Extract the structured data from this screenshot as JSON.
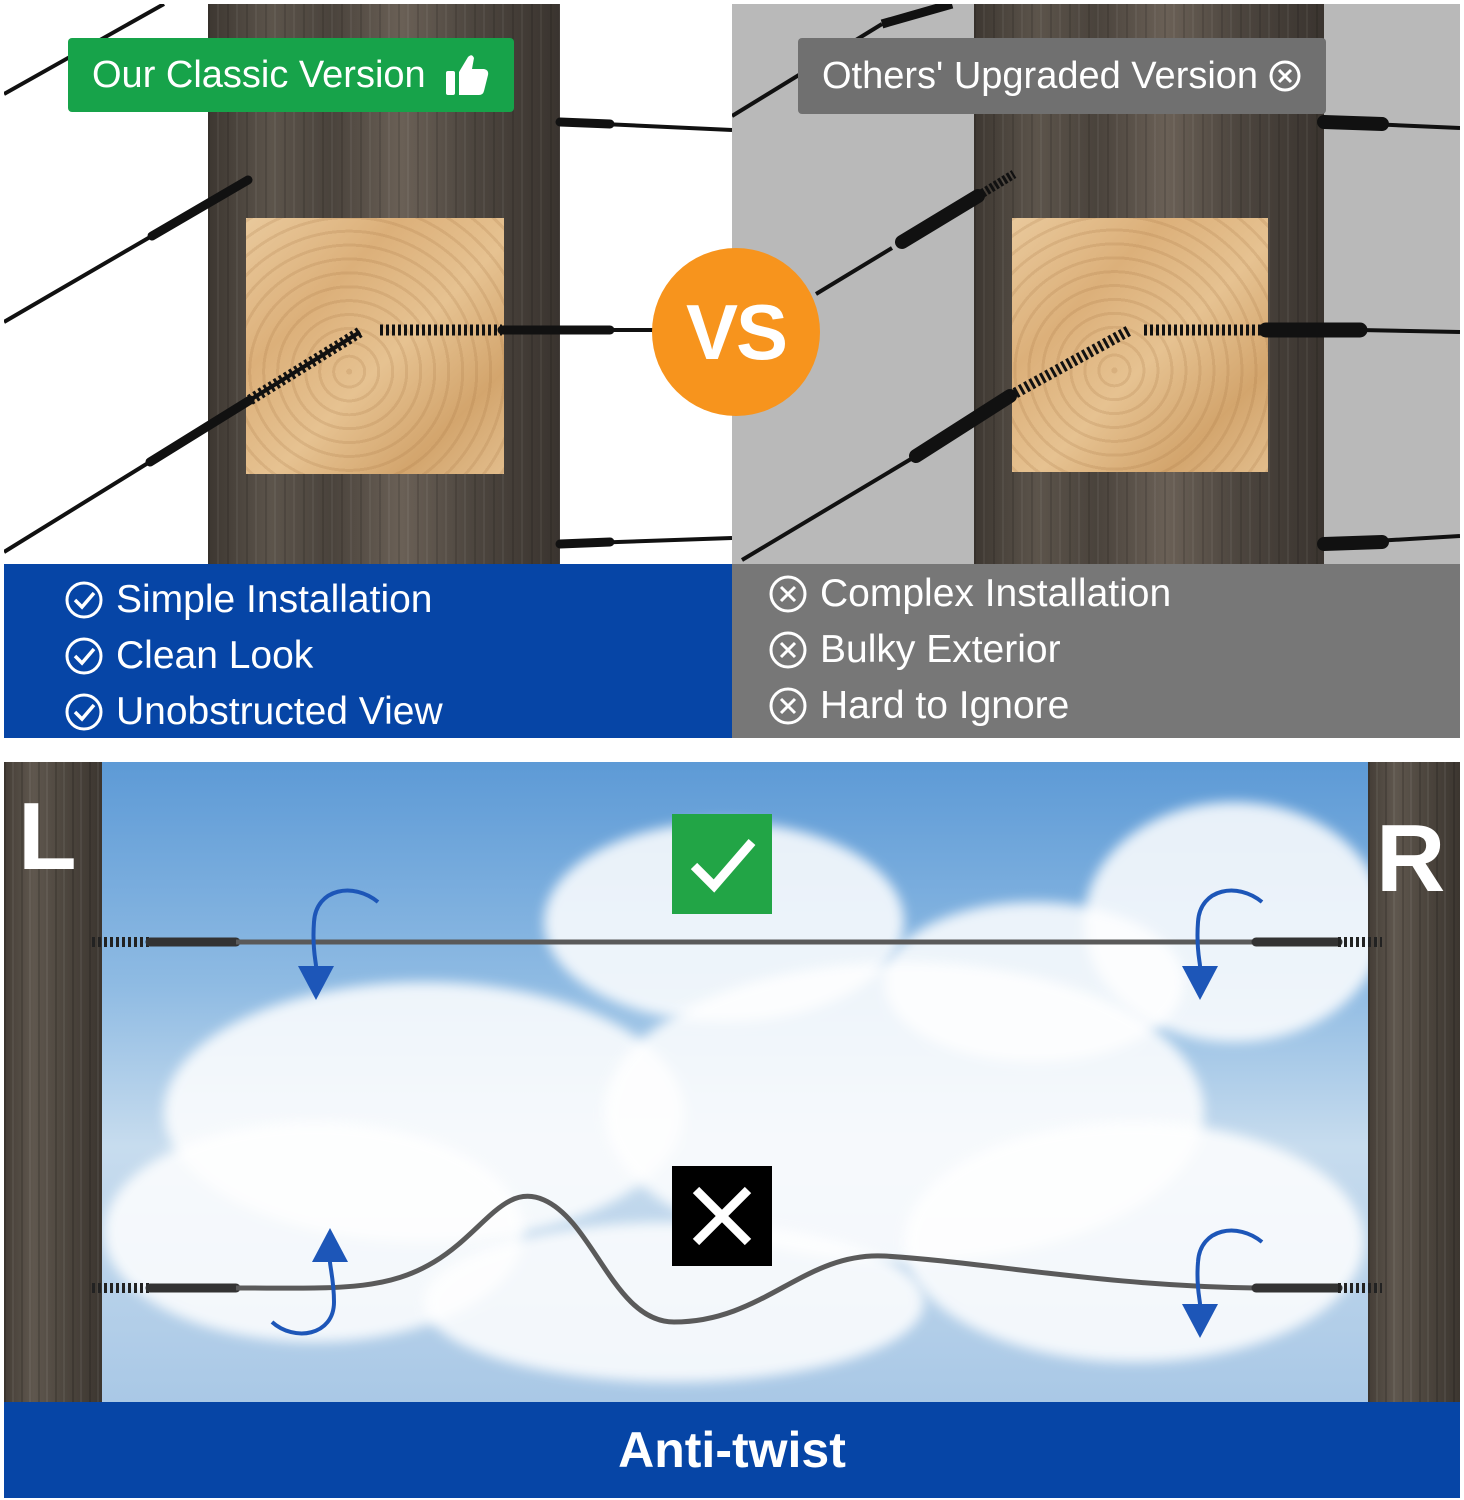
{
  "comparison": {
    "left_tag": "Our Classic Version",
    "right_tag": "Others' Upgraded Version",
    "vs_label": "VS",
    "left_features": [
      "Simple Installation",
      "Clean Look",
      "Unobstructed View"
    ],
    "right_features": [
      "Complex Installation",
      "Bulky Exterior",
      "Hard to Ignore"
    ]
  },
  "demo": {
    "left_letter": "L",
    "right_letter": "R",
    "banner": "Anti-twist"
  },
  "colors": {
    "green": "#17a34a",
    "blue": "#0645a6",
    "gray": "#777777",
    "orange": "#f7941d"
  }
}
